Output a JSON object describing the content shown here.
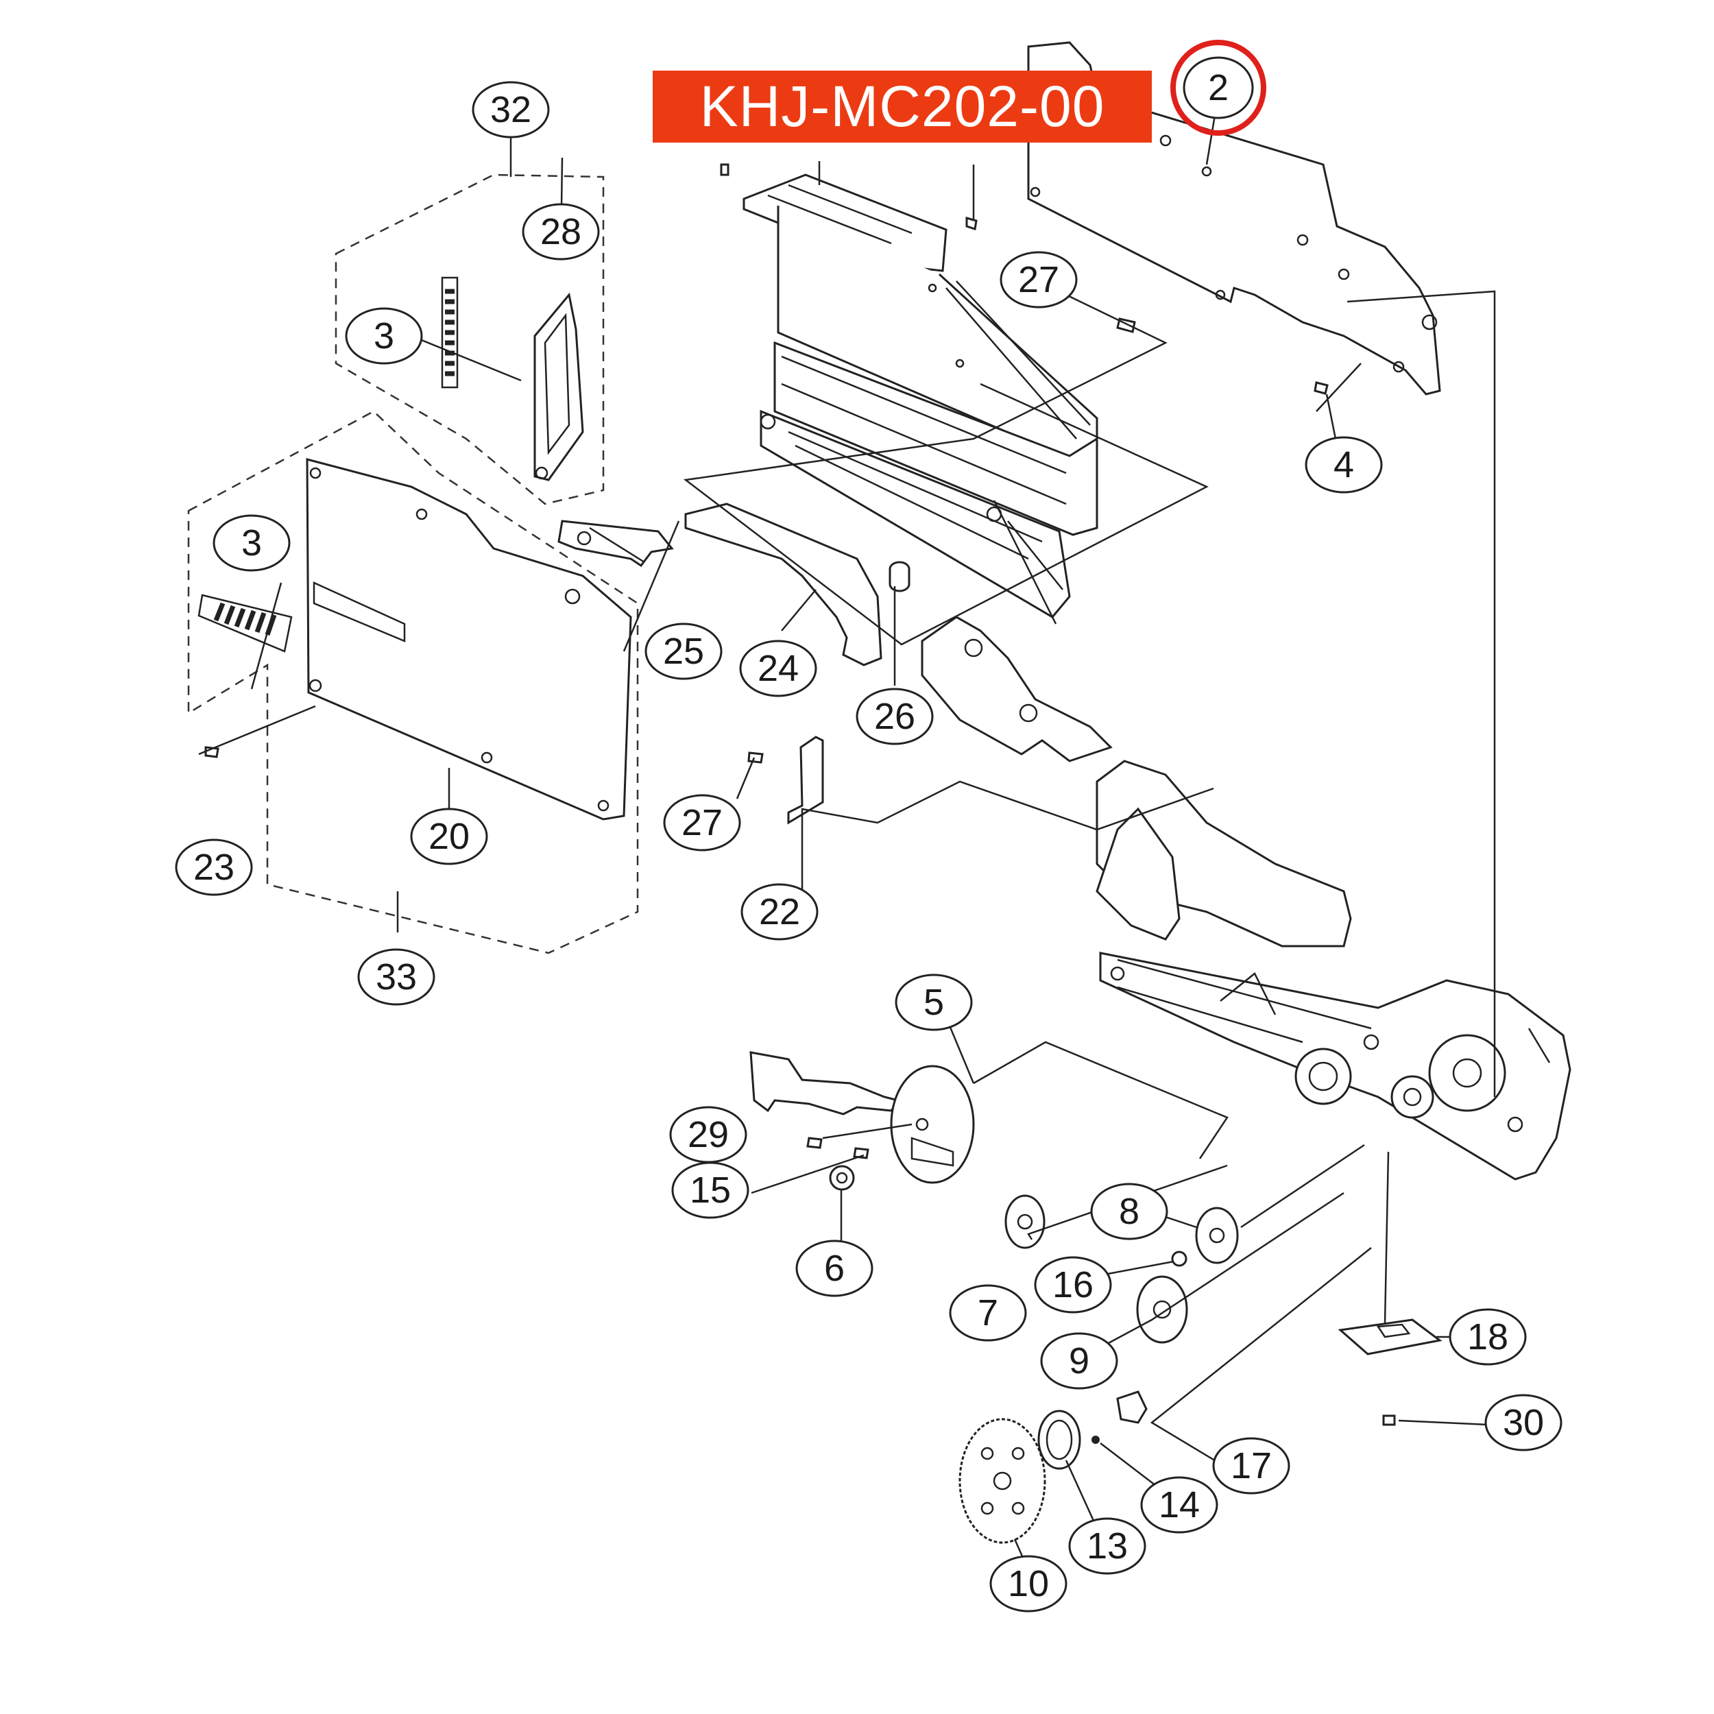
{
  "banner": {
    "text": "KHJ-MC202-00",
    "background": "#ec3b13",
    "color": "#ffffff"
  },
  "highlight": {
    "label": "2",
    "ring_color": "#e0201b"
  },
  "callouts": {
    "c2": "2",
    "c3a": "3",
    "c3b": "3",
    "c4": "4",
    "c5": "5",
    "c6": "6",
    "c7": "7",
    "c8": "8",
    "c9": "9",
    "c10": "10",
    "c13": "13",
    "c14": "14",
    "c15": "15",
    "c16": "16",
    "c17": "17",
    "c18": "18",
    "c20": "20",
    "c22": "22",
    "c23": "23",
    "c24": "24",
    "c25": "25",
    "c26": "26",
    "c27a": "27",
    "c27b": "27",
    "c28": "28",
    "c29": "29",
    "c30": "30",
    "c32": "32",
    "c33": "33"
  }
}
